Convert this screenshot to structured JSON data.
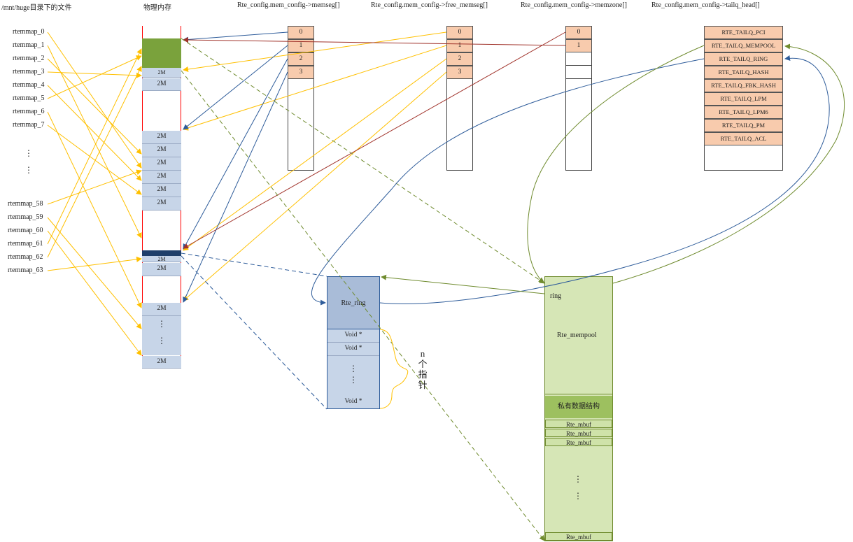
{
  "headers": {
    "files": "/mnt/huge目录下的文件",
    "physmem": "物理内存",
    "memseg": "Rte_config.mem_config->memseg[]",
    "free_memseg": "Rte_config.mem_config->free_memseg[]",
    "memzone": "Rte_config.mem_config->memzone[]",
    "tailq_head": "Rte_config.mem_config->tailq_head[]"
  },
  "files": {
    "top": [
      "rtemmap_0",
      "rtemmap_1",
      "rtemmap_2",
      "rtemmap_3",
      "rtemmap_4",
      "rtemmap_5",
      "rtemmap_6",
      "rtemmap_7"
    ],
    "ellipsis": "⋮",
    "bottom": [
      "rtemmap_58",
      "rtemmap_59",
      "rtemmap_60",
      "rtemmap_61",
      "rtemmap_62",
      "rtemmap_63"
    ]
  },
  "physmem": {
    "page_label": "2M",
    "ellipsis": "⋮"
  },
  "memseg": {
    "indices": [
      "0",
      "1",
      "2",
      "3"
    ]
  },
  "free_memseg": {
    "indices": [
      "0",
      "1",
      "2",
      "3"
    ]
  },
  "memzone": {
    "indices": [
      "0",
      "1"
    ]
  },
  "tailq": {
    "items": [
      "RTE_TAILQ_PCI",
      "RTE_TAILQ_MEMPOOL",
      "RTE_TAILQ_RING",
      "RTE_TAILQ_HASH",
      "RTE_TAILQ_FBK_HASH",
      "RTE_TAILQ_LPM",
      "RTE_TAILQ_LPM6",
      "RTE_TAILQ_PM",
      "RTE_TAILQ_ACL"
    ]
  },
  "ring": {
    "title": "Rte_ring",
    "slots": [
      "Void *",
      "Void *"
    ],
    "ellipsis": "⋮",
    "last_slot": "Void *",
    "count_label": "n个指针"
  },
  "mempool": {
    "ring_field": "ring",
    "title": "Rte_mempool",
    "private": "私有数据结构",
    "mbufs": [
      "Rte_mbuf",
      "Rte_mbuf",
      "Rte_mbuf"
    ],
    "ellipsis": "⋮",
    "last_mbuf": "Rte_mbuf"
  },
  "colors": {
    "yellow_arrow": "#ffc000",
    "blue_arrow": "#2e5c9a",
    "red_arrow": "#a0322a",
    "green_arrow": "#6f8b2e",
    "phys_border": "#ff0000",
    "pink_cell": "#f8cbad",
    "blue_cell": "#c7d5e8",
    "green_block": "#7aa23c",
    "mempool_fill": "#d6e6b6"
  }
}
